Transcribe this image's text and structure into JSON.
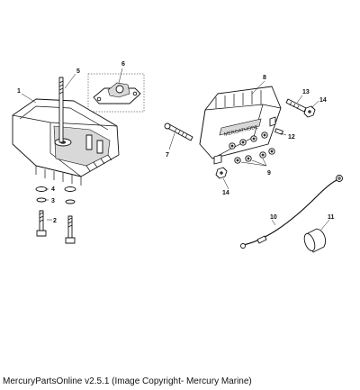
{
  "diagram": {
    "callouts": [
      "1",
      "2",
      "3",
      "4",
      "5",
      "6",
      "7",
      "8",
      "9",
      "10",
      "11",
      "12",
      "13",
      "14",
      "14"
    ],
    "label_text": "MERCATHODE",
    "colors": {
      "line": "#111111",
      "background": "#ffffff",
      "fill_gray": "#d8d8d8"
    }
  },
  "caption": "MercuryPartsOnline v2.5.1 (Image Copyright- Mercury Marine)"
}
